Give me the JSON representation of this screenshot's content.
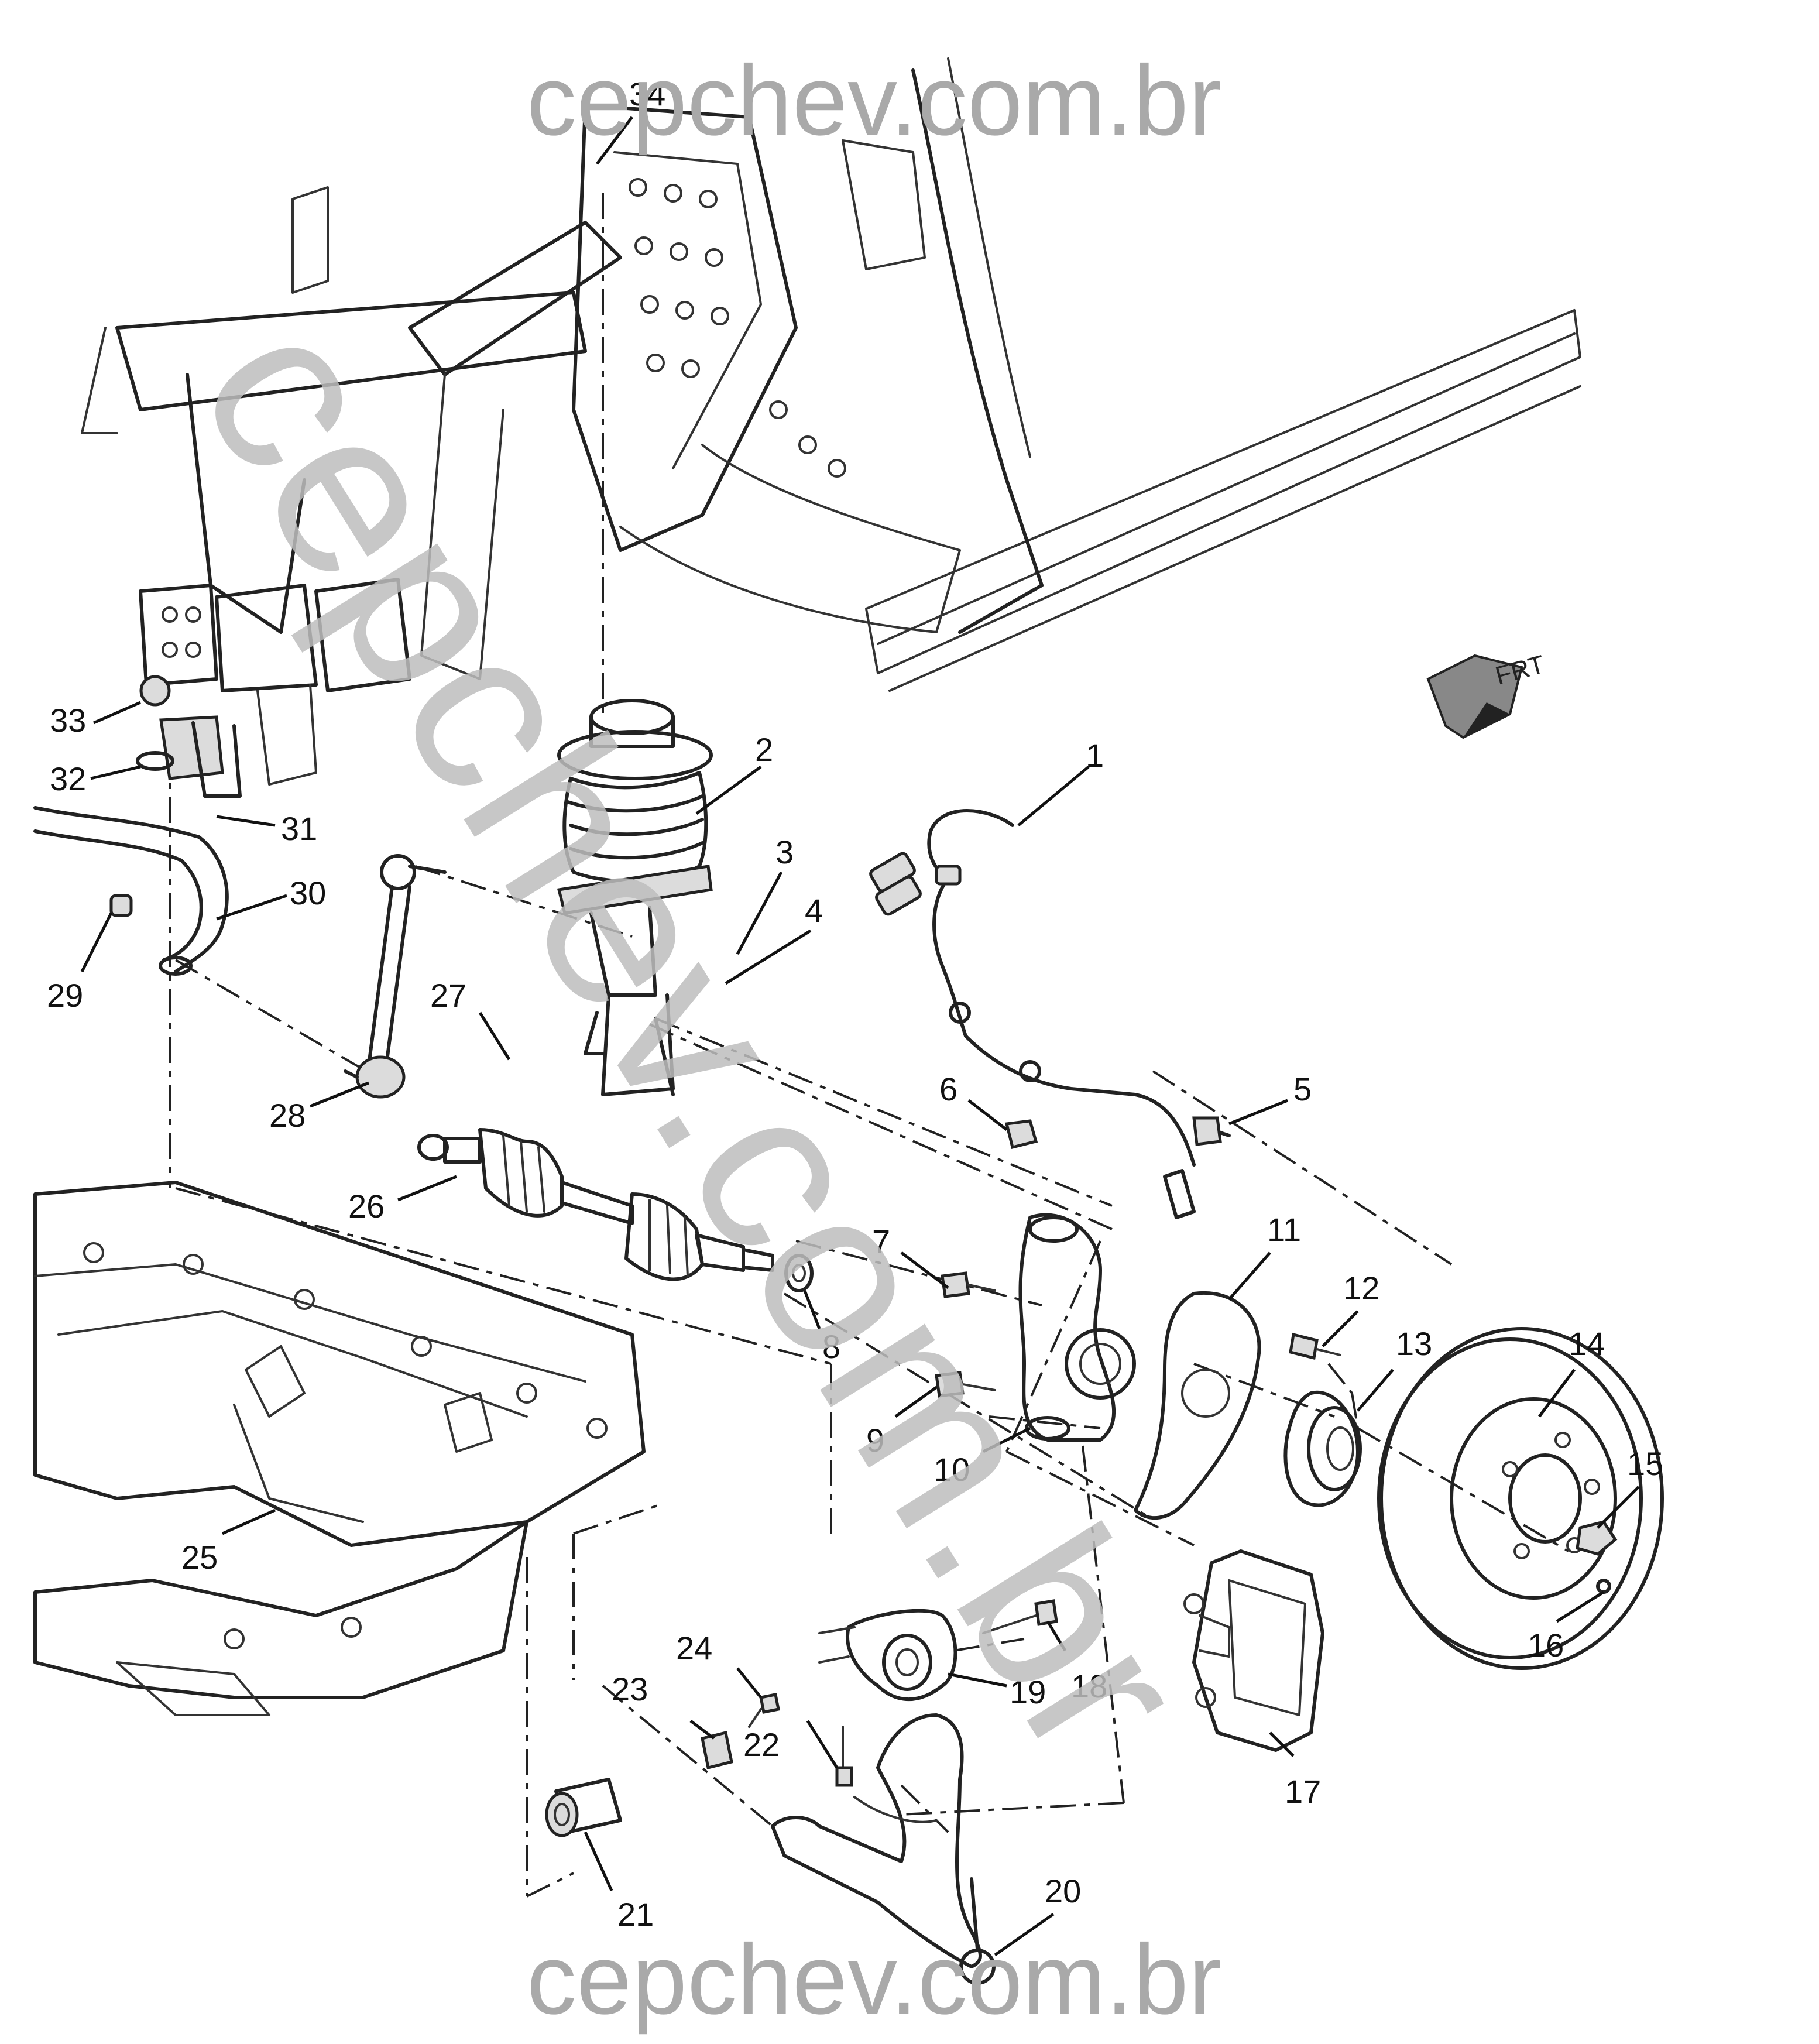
{
  "watermark": {
    "top": "cepchev.com.br",
    "bottom": "cepchev.com.br",
    "diagonal": "cepchev.com.br"
  },
  "orientation_label": "FRT",
  "callouts": {
    "c1": "1",
    "c2": "2",
    "c3": "3",
    "c4": "4",
    "c5": "5",
    "c6": "6",
    "c7": "7",
    "c8": "8",
    "c9": "9",
    "c10": "10",
    "c11": "11",
    "c12": "12",
    "c13": "13",
    "c14": "14",
    "c15": "15",
    "c16": "16",
    "c17": "17",
    "c18": "18",
    "c19": "19",
    "c20": "20",
    "c21": "21",
    "c22": "22",
    "c23": "23",
    "c24": "24",
    "c25": "25",
    "c26": "26",
    "c27": "27",
    "c28": "28",
    "c29": "29",
    "c30": "30",
    "c31": "31",
    "c32": "32",
    "c33": "33",
    "c34": "34"
  },
  "icons": [
    "front-direction-arrow-icon"
  ]
}
